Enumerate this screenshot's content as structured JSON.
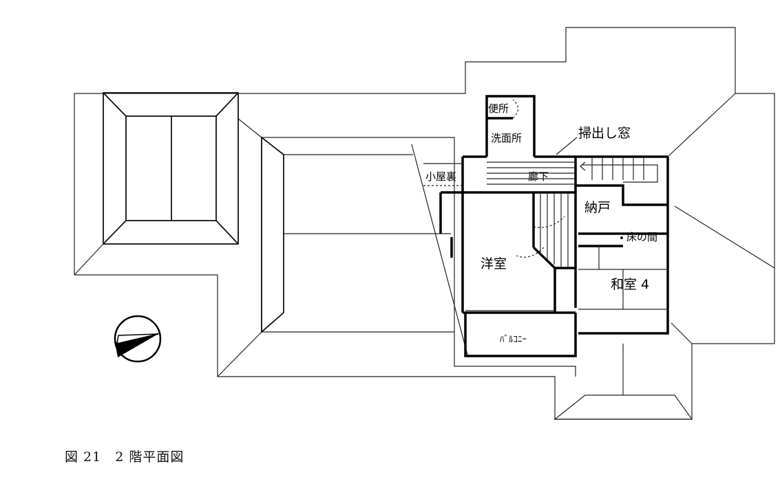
{
  "rooms": {
    "toilet": "便所",
    "washroom": "洗面所",
    "sweep_window": "掃出し窓",
    "corridor": "廊下",
    "attic": "小屋裏",
    "storage": "納戸",
    "alcove": "床の間",
    "western_room": "洋室",
    "japanese_room": "和室 4",
    "balcony": "ﾊﾞﾙｺﾆｰ"
  },
  "caption": "図 21　2 階平面図"
}
